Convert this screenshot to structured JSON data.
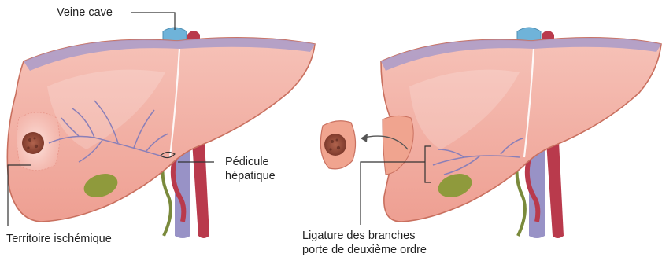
{
  "labels": {
    "vena_cava": "Veine cave",
    "hepatic_pedicle_line1": "Pédicule",
    "hepatic_pedicle_line2": "hépatique",
    "ischemic_territory": "Territoire ischémique",
    "portal_ligation_line1": "Ligature des branches",
    "portal_ligation_line2": "porte de deuxième ordre"
  },
  "colors": {
    "liver_fill": "#f3b3a9",
    "liver_outline": "#c9705f",
    "ischemic_fill": "#f7ccc4",
    "capsule_top": "#a99bc9",
    "vena_cava": "#6fb3d9",
    "aorta": "#b93a4c",
    "portal_vein": "#7b73ad",
    "gallbladder": "#8f9a3c",
    "bile_duct": "#7a8a3c",
    "tumor": "#8f4a3a",
    "leader_line": "#333333"
  }
}
